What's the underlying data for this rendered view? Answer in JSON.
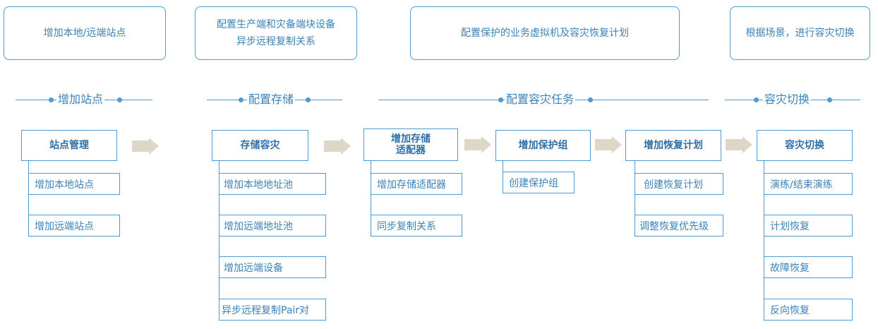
{
  "descriptions": [
    [
      "增加本地/远端站点"
    ],
    [
      "配置生产端和灾备端块设备",
      "异步远程复制关系"
    ],
    [
      "配置保护的业务虚拟机及容灾恢复计划"
    ],
    [
      "根据场景，进行容灾切换"
    ]
  ],
  "phases": [
    "增加站点",
    "配置存储",
    "配置容灾任务",
    "容灾切换"
  ],
  "steps": [
    {
      "title": [
        "站点管理"
      ],
      "subs": [
        "增加本地站点",
        "增加远端站点"
      ]
    },
    {
      "title": [
        "存储容灾"
      ],
      "subs": [
        "增加本地地址池",
        "增加远端地址池",
        "增加远端设备",
        "异步远程复制Pair对"
      ]
    },
    {
      "title": [
        "增加存储",
        "适配器"
      ],
      "subs": [
        "增加存储适配器",
        "同步复制关系"
      ]
    },
    {
      "title": [
        "增加保护组"
      ],
      "subs": [
        "创建保护组"
      ]
    },
    {
      "title": [
        "增加恢复计划"
      ],
      "subs": [
        "创建恢复计划",
        "调整恢复优先级"
      ]
    },
    {
      "title": [
        "容灾切换"
      ],
      "subs": [
        "演练/结束演练",
        "计划恢复",
        "故障恢复",
        "反向恢复"
      ]
    }
  ],
  "colors": {
    "border": "#4a9bd6",
    "text": "#3b82b8",
    "arrow": "#ded6c6"
  }
}
